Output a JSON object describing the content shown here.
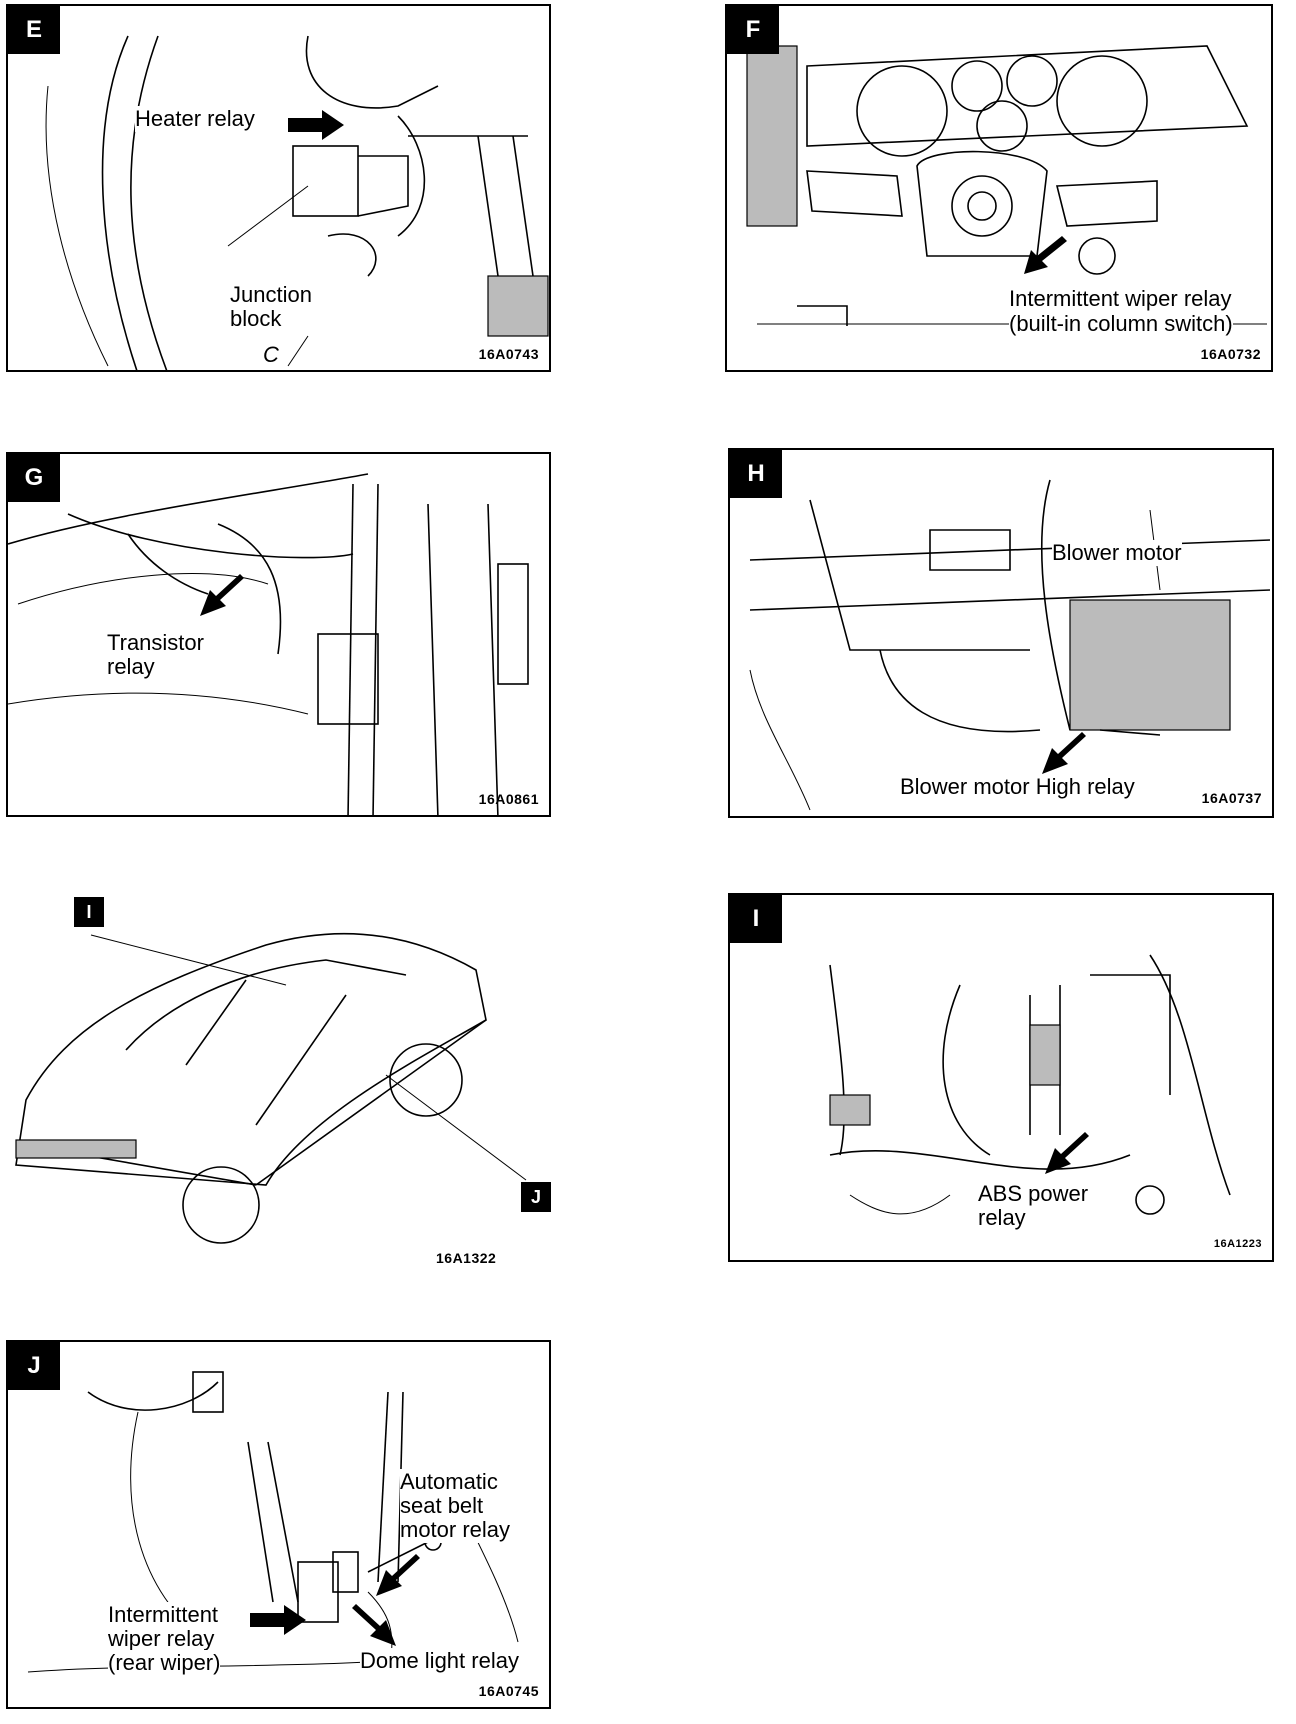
{
  "panels": {
    "e": {
      "badge": "E",
      "label_heater": "Heater relay",
      "label_junction": [
        "Junction",
        "block"
      ],
      "mark": "C",
      "code": "16A0743"
    },
    "f": {
      "badge": "F",
      "label_wiper": [
        "Intermittent wiper relay",
        "(built-in column switch)"
      ],
      "code": "16A0732"
    },
    "g": {
      "badge": "G",
      "label_transistor": [
        "Transistor",
        "relay"
      ],
      "code": "16A0861"
    },
    "h": {
      "badge": "H",
      "label_blower": "Blower motor",
      "label_high": "Blower motor High relay",
      "code": "16A0737"
    },
    "car": {
      "badge_i": "I",
      "badge_j": "J",
      "code": "16A1322"
    },
    "i": {
      "badge": "I",
      "label_abs": [
        "ABS power",
        "relay"
      ],
      "code": "16A1223"
    },
    "j": {
      "badge": "J",
      "label_seat": [
        "Automatic",
        "seat belt",
        "motor relay"
      ],
      "label_wiper": [
        "Intermittent",
        "wiper relay",
        "(rear wiper)"
      ],
      "label_dome": "Dome light relay",
      "code": "16A0745"
    }
  },
  "colors": {
    "ink": "#000000",
    "paper": "#ffffff",
    "stipple": "#bbbbbb"
  }
}
